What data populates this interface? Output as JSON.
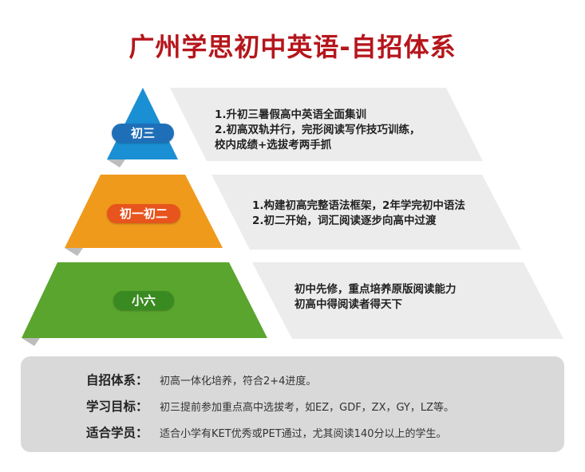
{
  "title": "广州学思初中英语-自招体系",
  "levels": [
    {
      "badge": "初三",
      "color": "#1a8fd3",
      "badge_color": "#1f6fb8",
      "lines": [
        "1.升初三暑假高中英语全面集训",
        "2.初高双轨并行，完形阅读写作技巧训练，",
        "校内成绩+选拔考两手抓"
      ]
    },
    {
      "badge": "初一初二",
      "color": "#f09a1c",
      "badge_color": "#e8541d",
      "lines": [
        "1.构建初高完整语法框架，2年学完初中语法",
        "2.初二开始，词汇阅读逐步向高中过渡"
      ]
    },
    {
      "badge": "小六",
      "color": "#5aa52d",
      "badge_color": "#3a8a22",
      "lines": [
        "初中先修，重点培养原版阅读能力",
        "初高中得阅读者得天下"
      ]
    }
  ],
  "summary": [
    {
      "label": "自招体系：",
      "value": "初高一体化培养，符合2+4进度。"
    },
    {
      "label": "学习目标：",
      "value": "初三提前参加重点高中选拔考，如EZ，GDF，ZX，GY，LZ等。"
    },
    {
      "label": "适合学员：",
      "value": "适合小学有KET优秀或PET通过，尤其阅读140分以上的学生。"
    }
  ]
}
